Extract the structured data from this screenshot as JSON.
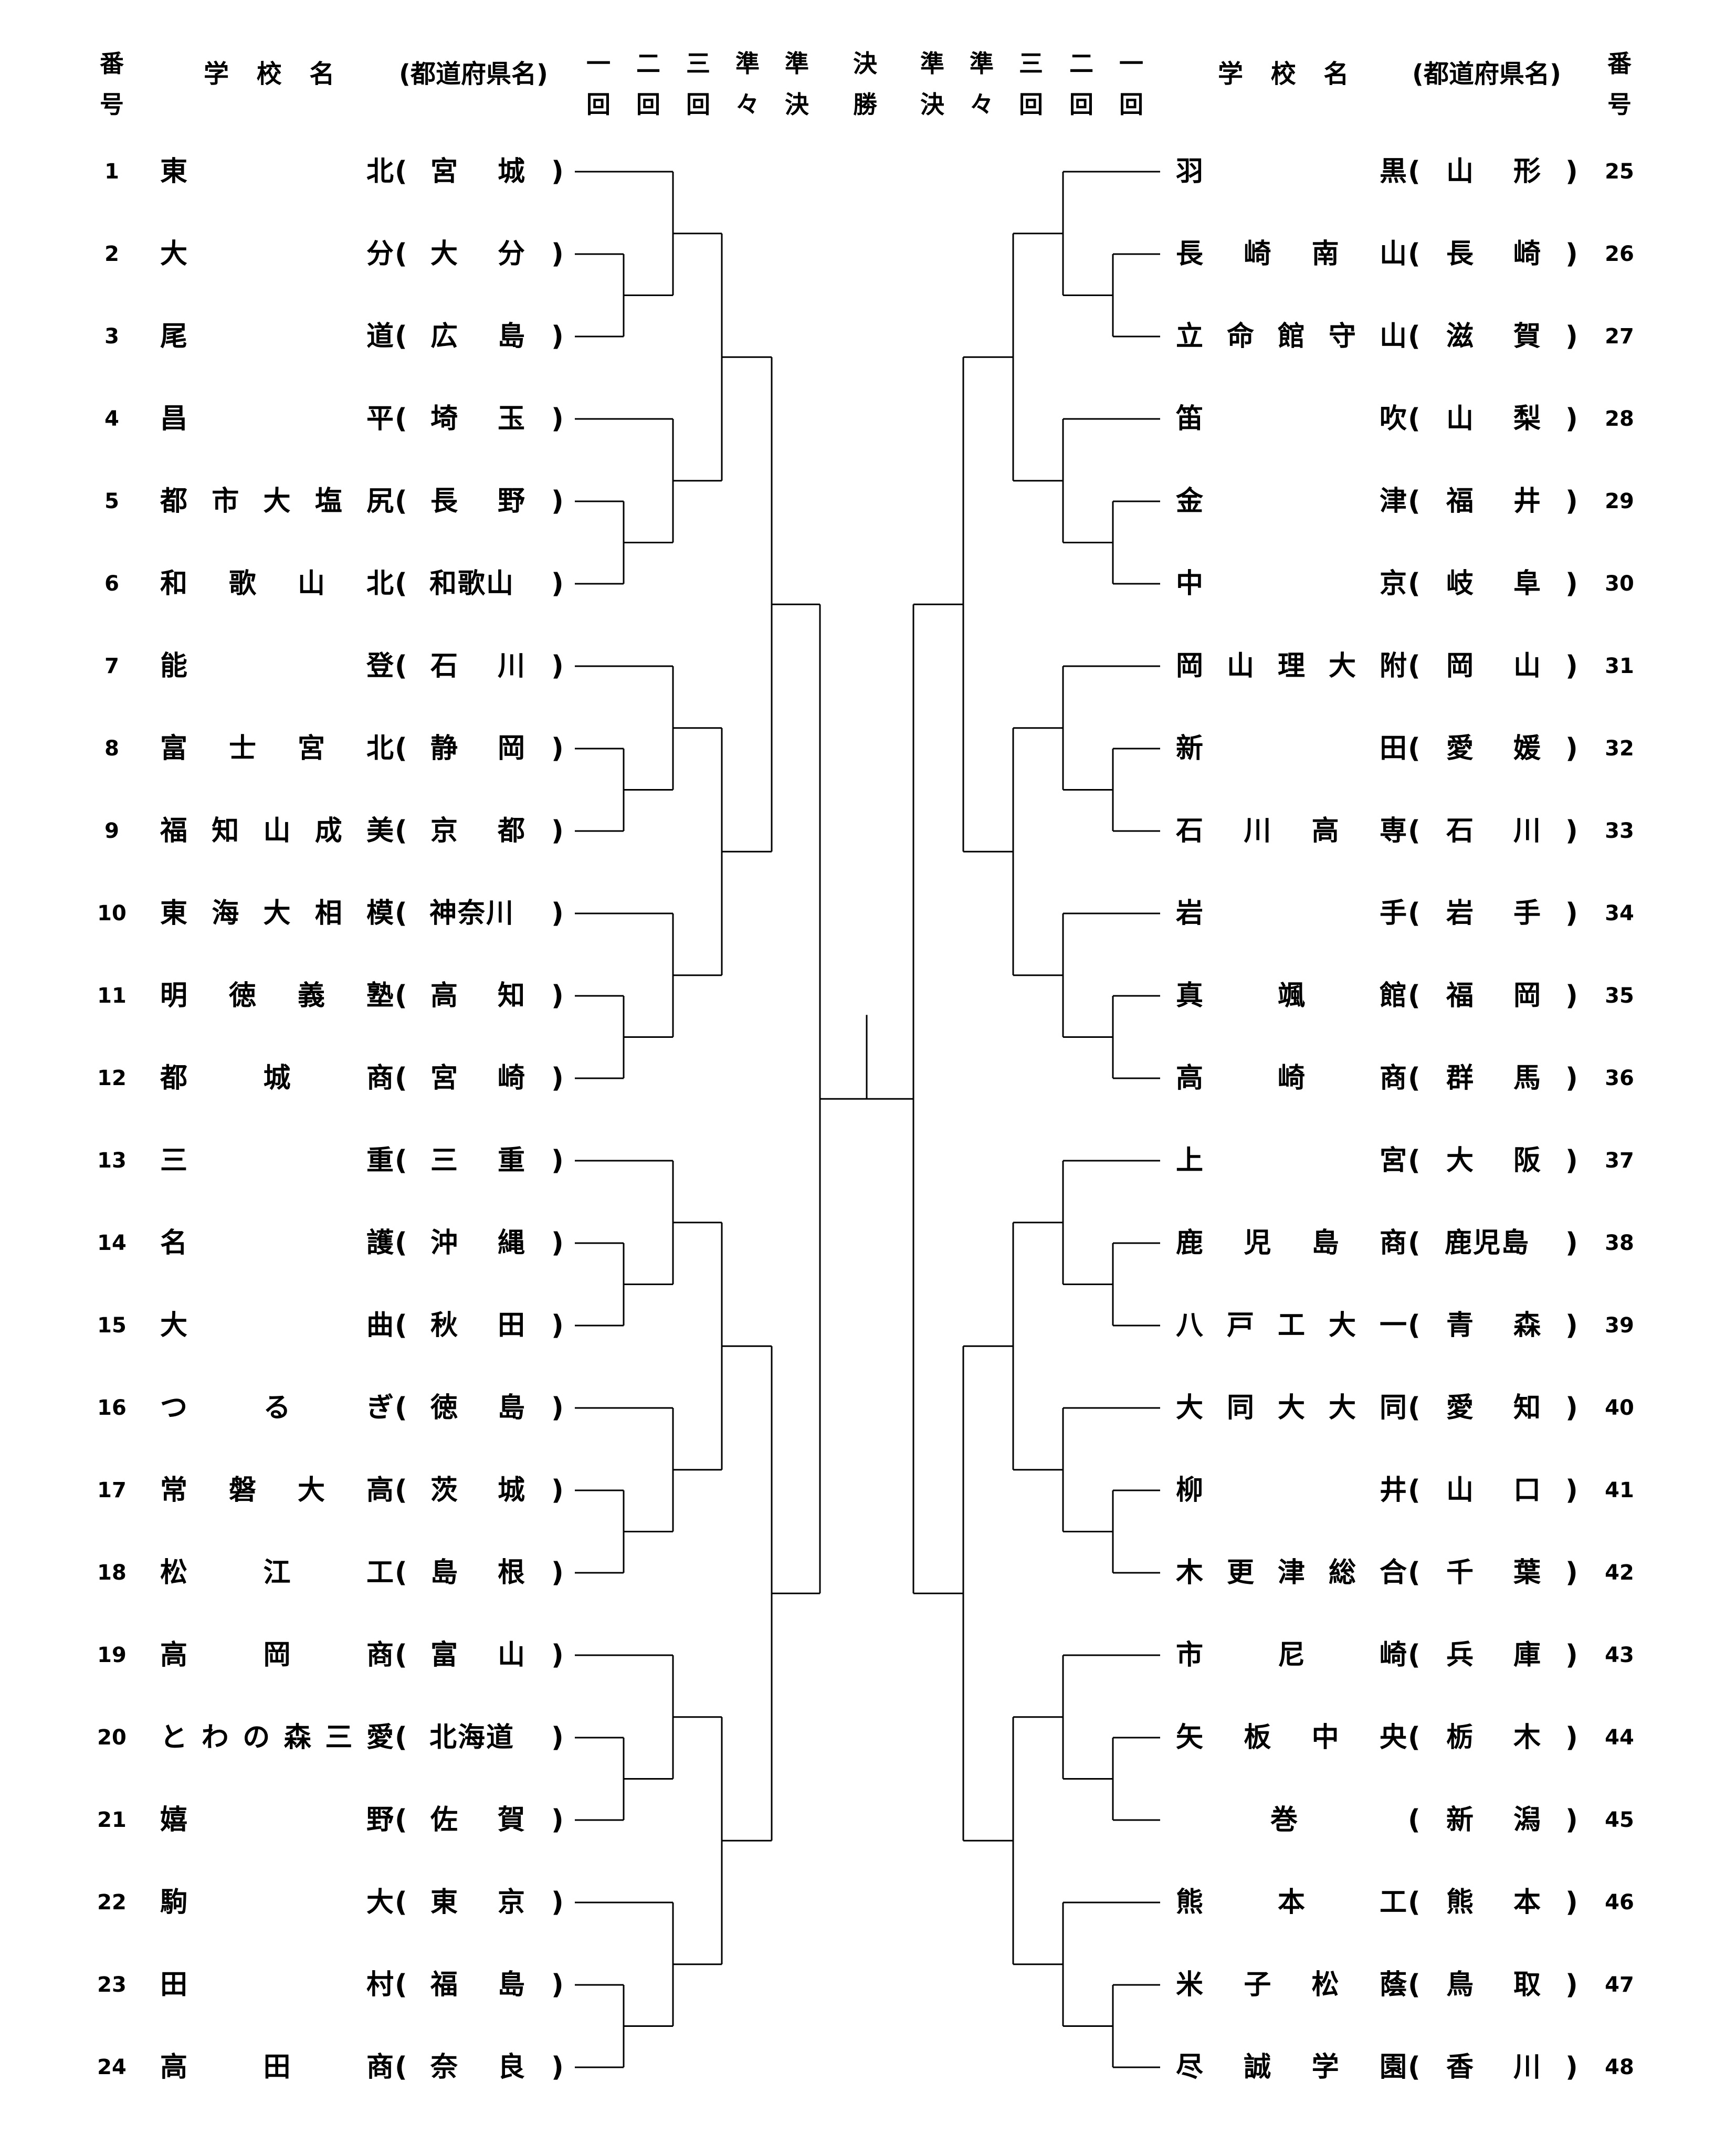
{
  "header": {
    "number_label": "番号",
    "school_label": "学 校 名",
    "pref_label": "(都道府県名)",
    "rounds_left": [
      "一回",
      "二回",
      "三回",
      "準々",
      "準決"
    ],
    "final_label": "決勝",
    "rounds_right": [
      "準決",
      "準々",
      "三回",
      "二回",
      "一回"
    ]
  },
  "left_teams": [
    {
      "num": "1",
      "name": "東北",
      "pref": "宮城"
    },
    {
      "num": "2",
      "name": "大分",
      "pref": "大分"
    },
    {
      "num": "3",
      "name": "尾道",
      "pref": "広島"
    },
    {
      "num": "4",
      "name": "昌平",
      "pref": "埼玉"
    },
    {
      "num": "5",
      "name": "都市大塩尻",
      "pref": "長野"
    },
    {
      "num": "6",
      "name": "和歌山北",
      "pref": "和歌山"
    },
    {
      "num": "7",
      "name": "能登",
      "pref": "石川"
    },
    {
      "num": "8",
      "name": "富士宮北",
      "pref": "静岡"
    },
    {
      "num": "9",
      "name": "福知山成美",
      "pref": "京都"
    },
    {
      "num": "10",
      "name": "東海大相模",
      "pref": "神奈川"
    },
    {
      "num": "11",
      "name": "明徳義塾",
      "pref": "高知"
    },
    {
      "num": "12",
      "name": "都城商",
      "pref": "宮崎"
    },
    {
      "num": "13",
      "name": "三重",
      "pref": "三重"
    },
    {
      "num": "14",
      "name": "名護",
      "pref": "沖縄"
    },
    {
      "num": "15",
      "name": "大曲",
      "pref": "秋田"
    },
    {
      "num": "16",
      "name": "つるぎ",
      "pref": "徳島"
    },
    {
      "num": "17",
      "name": "常磐大高",
      "pref": "茨城"
    },
    {
      "num": "18",
      "name": "松江工",
      "pref": "島根"
    },
    {
      "num": "19",
      "name": "高岡商",
      "pref": "富山"
    },
    {
      "num": "20",
      "name": "とわの森三愛",
      "pref": "北海道"
    },
    {
      "num": "21",
      "name": "嬉野",
      "pref": "佐賀"
    },
    {
      "num": "22",
      "name": "駒大",
      "pref": "東京"
    },
    {
      "num": "23",
      "name": "田村",
      "pref": "福島"
    },
    {
      "num": "24",
      "name": "高田商",
      "pref": "奈良"
    }
  ],
  "right_teams": [
    {
      "num": "25",
      "name": "羽黒",
      "pref": "山形"
    },
    {
      "num": "26",
      "name": "長崎南山",
      "pref": "長崎"
    },
    {
      "num": "27",
      "name": "立命館守山",
      "pref": "滋賀"
    },
    {
      "num": "28",
      "name": "笛吹",
      "pref": "山梨"
    },
    {
      "num": "29",
      "name": "金津",
      "pref": "福井"
    },
    {
      "num": "30",
      "name": "中京",
      "pref": "岐阜"
    },
    {
      "num": "31",
      "name": "岡山理大附",
      "pref": "岡山"
    },
    {
      "num": "32",
      "name": "新田",
      "pref": "愛媛"
    },
    {
      "num": "33",
      "name": "石川高専",
      "pref": "石川"
    },
    {
      "num": "34",
      "name": "岩手",
      "pref": "岩手"
    },
    {
      "num": "35",
      "name": "真颯館",
      "pref": "福岡"
    },
    {
      "num": "36",
      "name": "高崎商",
      "pref": "群馬"
    },
    {
      "num": "37",
      "name": "上宮",
      "pref": "大阪"
    },
    {
      "num": "38",
      "name": "鹿児島商",
      "pref": "鹿児島"
    },
    {
      "num": "39",
      "name": "八戸工大一",
      "pref": "青森"
    },
    {
      "num": "40",
      "name": "大同大大同",
      "pref": "愛知"
    },
    {
      "num": "41",
      "name": "柳井",
      "pref": "山口"
    },
    {
      "num": "42",
      "name": "木更津総合",
      "pref": "千葉"
    },
    {
      "num": "43",
      "name": "市尼崎",
      "pref": "兵庫"
    },
    {
      "num": "44",
      "name": "矢板中央",
      "pref": "栃木"
    },
    {
      "num": "45",
      "name": "巻",
      "pref": "新潟"
    },
    {
      "num": "46",
      "name": "熊本工",
      "pref": "熊本"
    },
    {
      "num": "47",
      "name": "米子松蔭",
      "pref": "鳥取"
    },
    {
      "num": "48",
      "name": "尽誠学園",
      "pref": "香川"
    }
  ],
  "paren_open": "(",
  "paren_close": ")"
}
